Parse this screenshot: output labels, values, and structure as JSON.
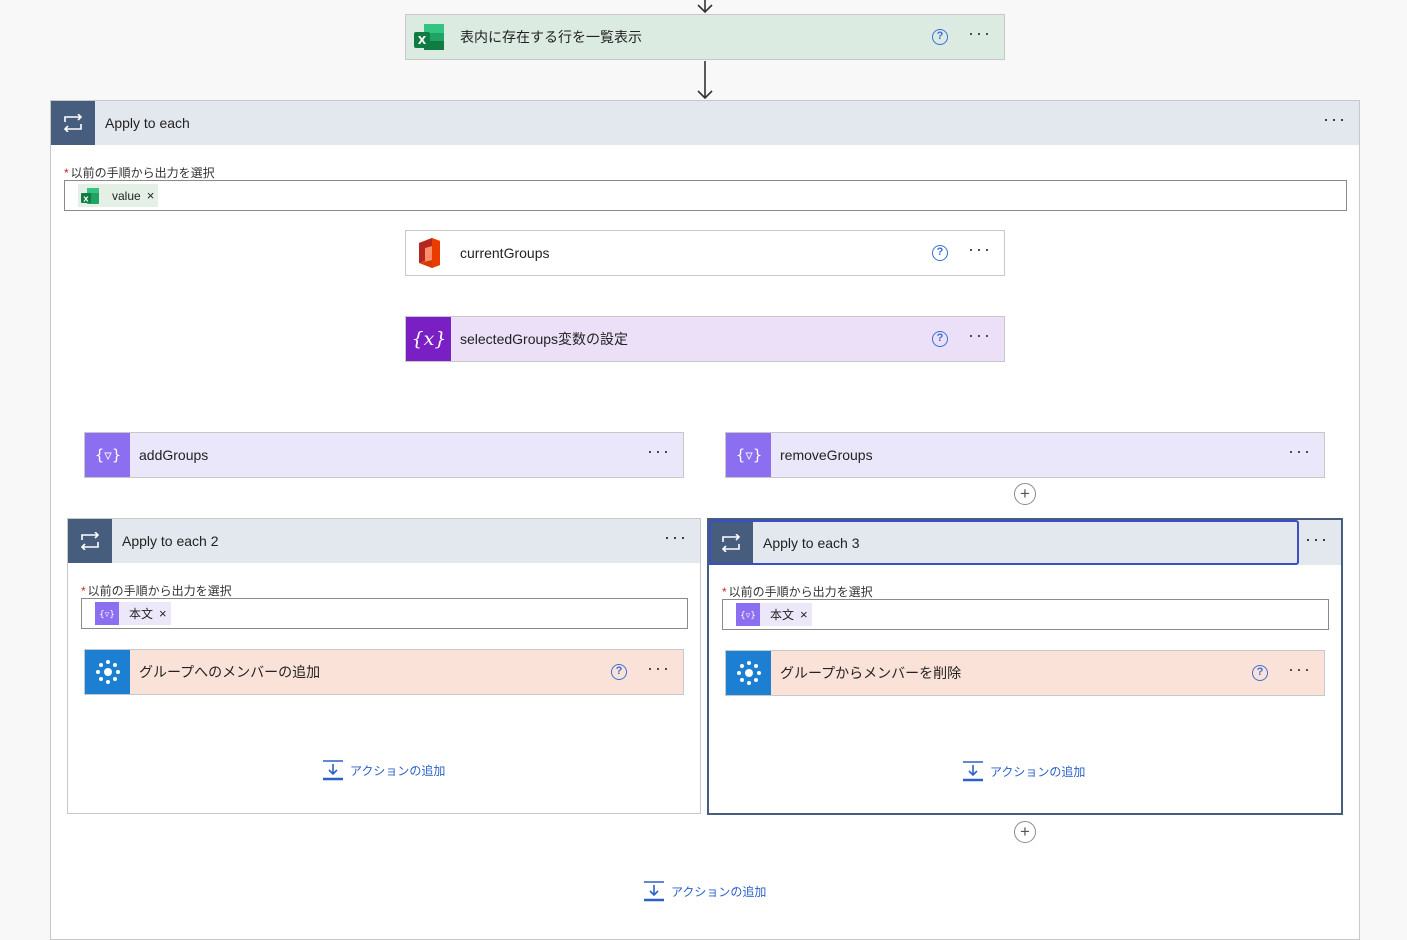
{
  "excel_action": {
    "title": "表内に存在する行を一覧表示"
  },
  "apply_each": {
    "title": "Apply to each",
    "field_label": "以前の手順から出力を選択",
    "token": "value",
    "add_action": "アクションの追加"
  },
  "current_groups": {
    "title": "currentGroups"
  },
  "set_variable": {
    "title": "selectedGroups変数の設定"
  },
  "add_groups": {
    "title": "addGroups"
  },
  "remove_groups": {
    "title": "removeGroups"
  },
  "apply_each_2": {
    "title": "Apply to each 2",
    "field_label": "以前の手順から出力を選択",
    "token": "本文",
    "action_title": "グループへのメンバーの追加",
    "add_action": "アクションの追加"
  },
  "apply_each_3": {
    "title": "Apply to each 3",
    "field_label": "以前の手順から出力を選択",
    "token": "本文",
    "action_title": "グループからメンバーを削除",
    "add_action": "アクションの追加"
  },
  "common": {
    "help": "?",
    "more": "···",
    "remove": "×",
    "plus": "+",
    "required": "*"
  },
  "colors": {
    "excel_bg": "#dcebe2",
    "variable_dark": "#7a1fc4",
    "variable_bg": "#ebe0f7",
    "filter_icon": "#8c6ef0",
    "filter_bg": "#ebe7fb",
    "azure_icon": "#1d7fd1",
    "azure_bg": "#fbe2d8",
    "scope_icon": "#475d7e",
    "scope_head": "#e3e7ee",
    "link": "#2b61c9"
  }
}
